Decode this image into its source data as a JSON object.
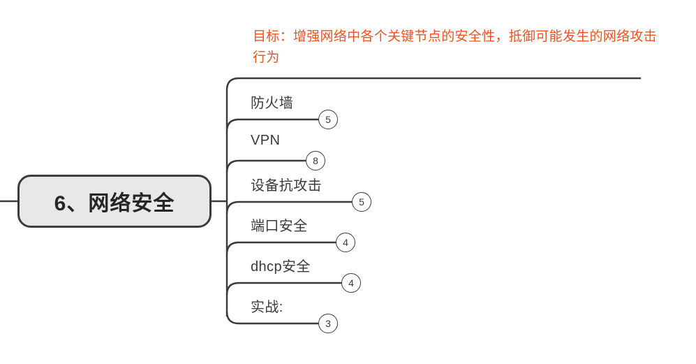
{
  "diagram": {
    "type": "mindmap",
    "orientation": "left-to-right",
    "root": {
      "label": "6、网络安全",
      "fill_color": "#e8e8e8",
      "border_color": "#3b3b3b"
    },
    "goal": {
      "text": "目标：增强网络中各个关键节点的安全性，抵御可能发生的网络攻击行为",
      "color": "#f4511e"
    },
    "branches": [
      {
        "label": "防火墙",
        "badge": "5"
      },
      {
        "label": "VPN",
        "badge": "8"
      },
      {
        "label": "设备抗攻击",
        "badge": "5"
      },
      {
        "label": "端口安全",
        "badge": "4"
      },
      {
        "label": "dhcp安全",
        "badge": "4"
      },
      {
        "label": "实战:",
        "badge": "3"
      }
    ],
    "line_color": "#3a3a3a"
  }
}
